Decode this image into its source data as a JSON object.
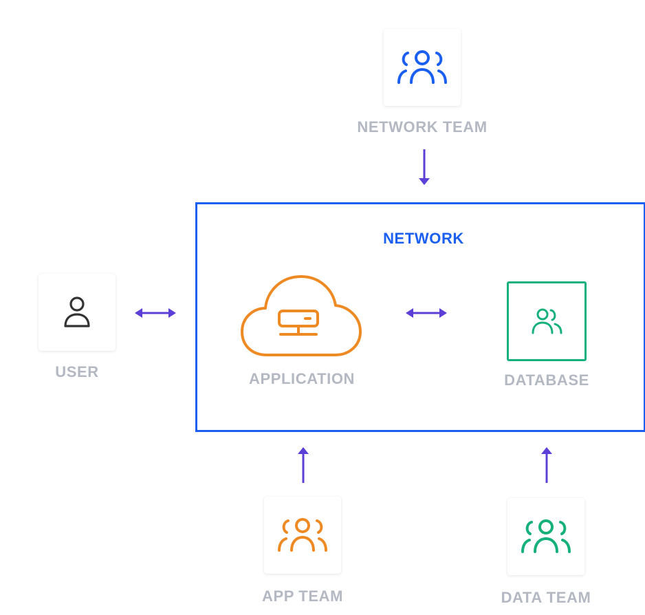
{
  "nodes": {
    "network_team": {
      "label": "NETWORK TEAM",
      "icon": "users-icon",
      "color": "#1a5ff0"
    },
    "network": {
      "label": "NETWORK",
      "color": "#1a5ff0"
    },
    "user": {
      "label": "USER",
      "icon": "user-icon",
      "color": "#333333"
    },
    "application": {
      "label": "APPLICATION",
      "icon": "cloud-server-icon",
      "color": "#ee8a24"
    },
    "database": {
      "label": "DATABASE",
      "icon": "users-icon",
      "color": "#16b07a"
    },
    "app_team": {
      "label": "APP TEAM",
      "icon": "users-icon",
      "color": "#ee8a24"
    },
    "data_team": {
      "label": "DATA TEAM",
      "icon": "users-icon",
      "color": "#16b07a"
    }
  },
  "connector_color": "#5b3fd6",
  "edges": [
    {
      "from": "network_team",
      "to": "network",
      "direction": "one-way"
    },
    {
      "from": "user",
      "to": "network",
      "direction": "two-way"
    },
    {
      "from": "application",
      "to": "database",
      "direction": "two-way"
    },
    {
      "from": "app_team",
      "to": "network",
      "direction": "one-way"
    },
    {
      "from": "data_team",
      "to": "network",
      "direction": "one-way"
    }
  ]
}
